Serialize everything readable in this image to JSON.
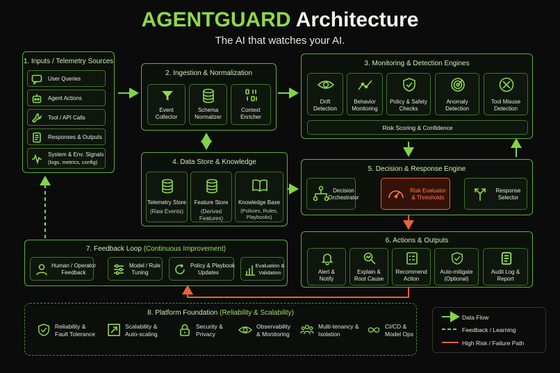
{
  "header": {
    "brand": "AGENTGUARD",
    "title_rest": "Architecture",
    "subtitle": "The AI that watches your AI."
  },
  "inputs": {
    "title": "1. Inputs / Telemetry Sources",
    "items": [
      {
        "label": "User Queries",
        "icon": "chat-bubble-icon"
      },
      {
        "label": "Agent Actions",
        "icon": "robot-icon"
      },
      {
        "label": "Tool / API Calls",
        "icon": "wrench-icon"
      },
      {
        "label": "Responses & Outputs",
        "icon": "document-icon"
      },
      {
        "label": "System & Env. Signals",
        "sub": "(logs, metrics, config)",
        "icon": "waveform-icon"
      }
    ]
  },
  "ingestion": {
    "title": "2. Ingestion & Normalization",
    "items": [
      {
        "l1": "Event",
        "l2": "Collector",
        "icon": "funnel-icon"
      },
      {
        "l1": "Schema",
        "l2": "Normalizer",
        "icon": "database-icon"
      },
      {
        "l1": "Context",
        "l2": "Enricher",
        "icon": "binary-icon"
      }
    ]
  },
  "monitoring": {
    "title": "3. Monitoring & Detection Engines",
    "items": [
      {
        "l1": "Drift",
        "l2": "Detection",
        "icon": "eye-icon"
      },
      {
        "l1": "Behavior",
        "l2": "Monitoring",
        "icon": "trend-line-icon"
      },
      {
        "l1": "Policy & Safety",
        "l2": "Checks",
        "icon": "shield-check-icon"
      },
      {
        "l1": "Anomaly",
        "l2": "Detection",
        "icon": "radar-icon"
      },
      {
        "l1": "Tool Misuse",
        "l2": "Detection",
        "icon": "tools-cross-icon"
      }
    ],
    "bar": "Risk Scoring & Confidence"
  },
  "datastore": {
    "title": "4. Data Store & Knowledge",
    "items": [
      {
        "l1": "Telemetry Store",
        "sub": [
          "(Raw Events)"
        ],
        "icon": "database-icon"
      },
      {
        "l1": "Feature Store",
        "sub": [
          "(Derived Features)"
        ],
        "icon": "database-icon"
      },
      {
        "l1": "Knowledge Base",
        "sub": [
          "(Policies, Rules,",
          "Playbooks)"
        ],
        "icon": "book-icon"
      }
    ]
  },
  "decision": {
    "title": "5. Decision & Response Engine",
    "items": [
      {
        "l1": "Decision",
        "l2": "Orchestrator",
        "icon": "network-icon"
      },
      {
        "l1": "Risk Evaluator",
        "l2": "& Thresholds",
        "icon": "gauge-icon",
        "risk": true
      },
      {
        "l1": "Response",
        "l2": "Selector",
        "icon": "split-arrows-icon"
      }
    ]
  },
  "actions": {
    "title": "6. Actions & Outputs",
    "items": [
      {
        "l1": "Alert &",
        "l2": "Notify",
        "icon": "bell-icon"
      },
      {
        "l1": "Explain &",
        "l2": "Root Cause",
        "icon": "magnifier-icon"
      },
      {
        "l1": "Recommend",
        "l2": "Action",
        "icon": "checklist-icon"
      },
      {
        "l1": "Auto-mitigate",
        "l2": "(Optional)",
        "icon": "shield-check-icon"
      },
      {
        "l1": "Audit Log &",
        "l2": "Report",
        "icon": "document-icon"
      }
    ]
  },
  "feedback": {
    "title_main": "7. Feedback Loop",
    "title_hl": "(Continuous Improvement)",
    "items": [
      {
        "l1": "Human / Operator",
        "l2": "Feedback",
        "icon": "person-icon"
      },
      {
        "l1": "Model / Rule",
        "l2": "Tuning",
        "icon": "sliders-icon"
      },
      {
        "l1": "Policy & Playbook",
        "l2": "Updates",
        "icon": "refresh-icon"
      },
      {
        "l1": "Evaluation &",
        "l2": "Validation",
        "icon": "bar-chart-icon"
      }
    ]
  },
  "platform": {
    "title_main": "8. Platform Foundation",
    "title_hl": "(Reliability & Scalability)",
    "items": [
      {
        "l1": "Reliability &",
        "l2": "Fault Tolerance",
        "icon": "shield-check-icon"
      },
      {
        "l1": "Scalability &",
        "l2": "Auto-scaling",
        "icon": "expand-icon"
      },
      {
        "l1": "Security &",
        "l2": "Privacy",
        "icon": "lock-icon"
      },
      {
        "l1": "Observability",
        "l2": "& Monitoring",
        "icon": "eye-icon"
      },
      {
        "l1": "Multi-tenancy &",
        "l2": "Isolation",
        "icon": "people-icon"
      },
      {
        "l1": "CI/CD &",
        "l2": "Model Ops",
        "icon": "infinity-icon"
      }
    ]
  },
  "legend": {
    "items": [
      {
        "label": "Data Flow",
        "color": "#7fd44a",
        "style": "solid"
      },
      {
        "label": "Feedback / Learning",
        "color": "#7fd44a",
        "style": "dashed"
      },
      {
        "label": "High Risk / Failure Path",
        "color": "#e8623a",
        "style": "solid"
      }
    ]
  },
  "colors": {
    "accent": "#8ed94a",
    "risk": "#e8623a",
    "background": "#0a0b0a"
  }
}
